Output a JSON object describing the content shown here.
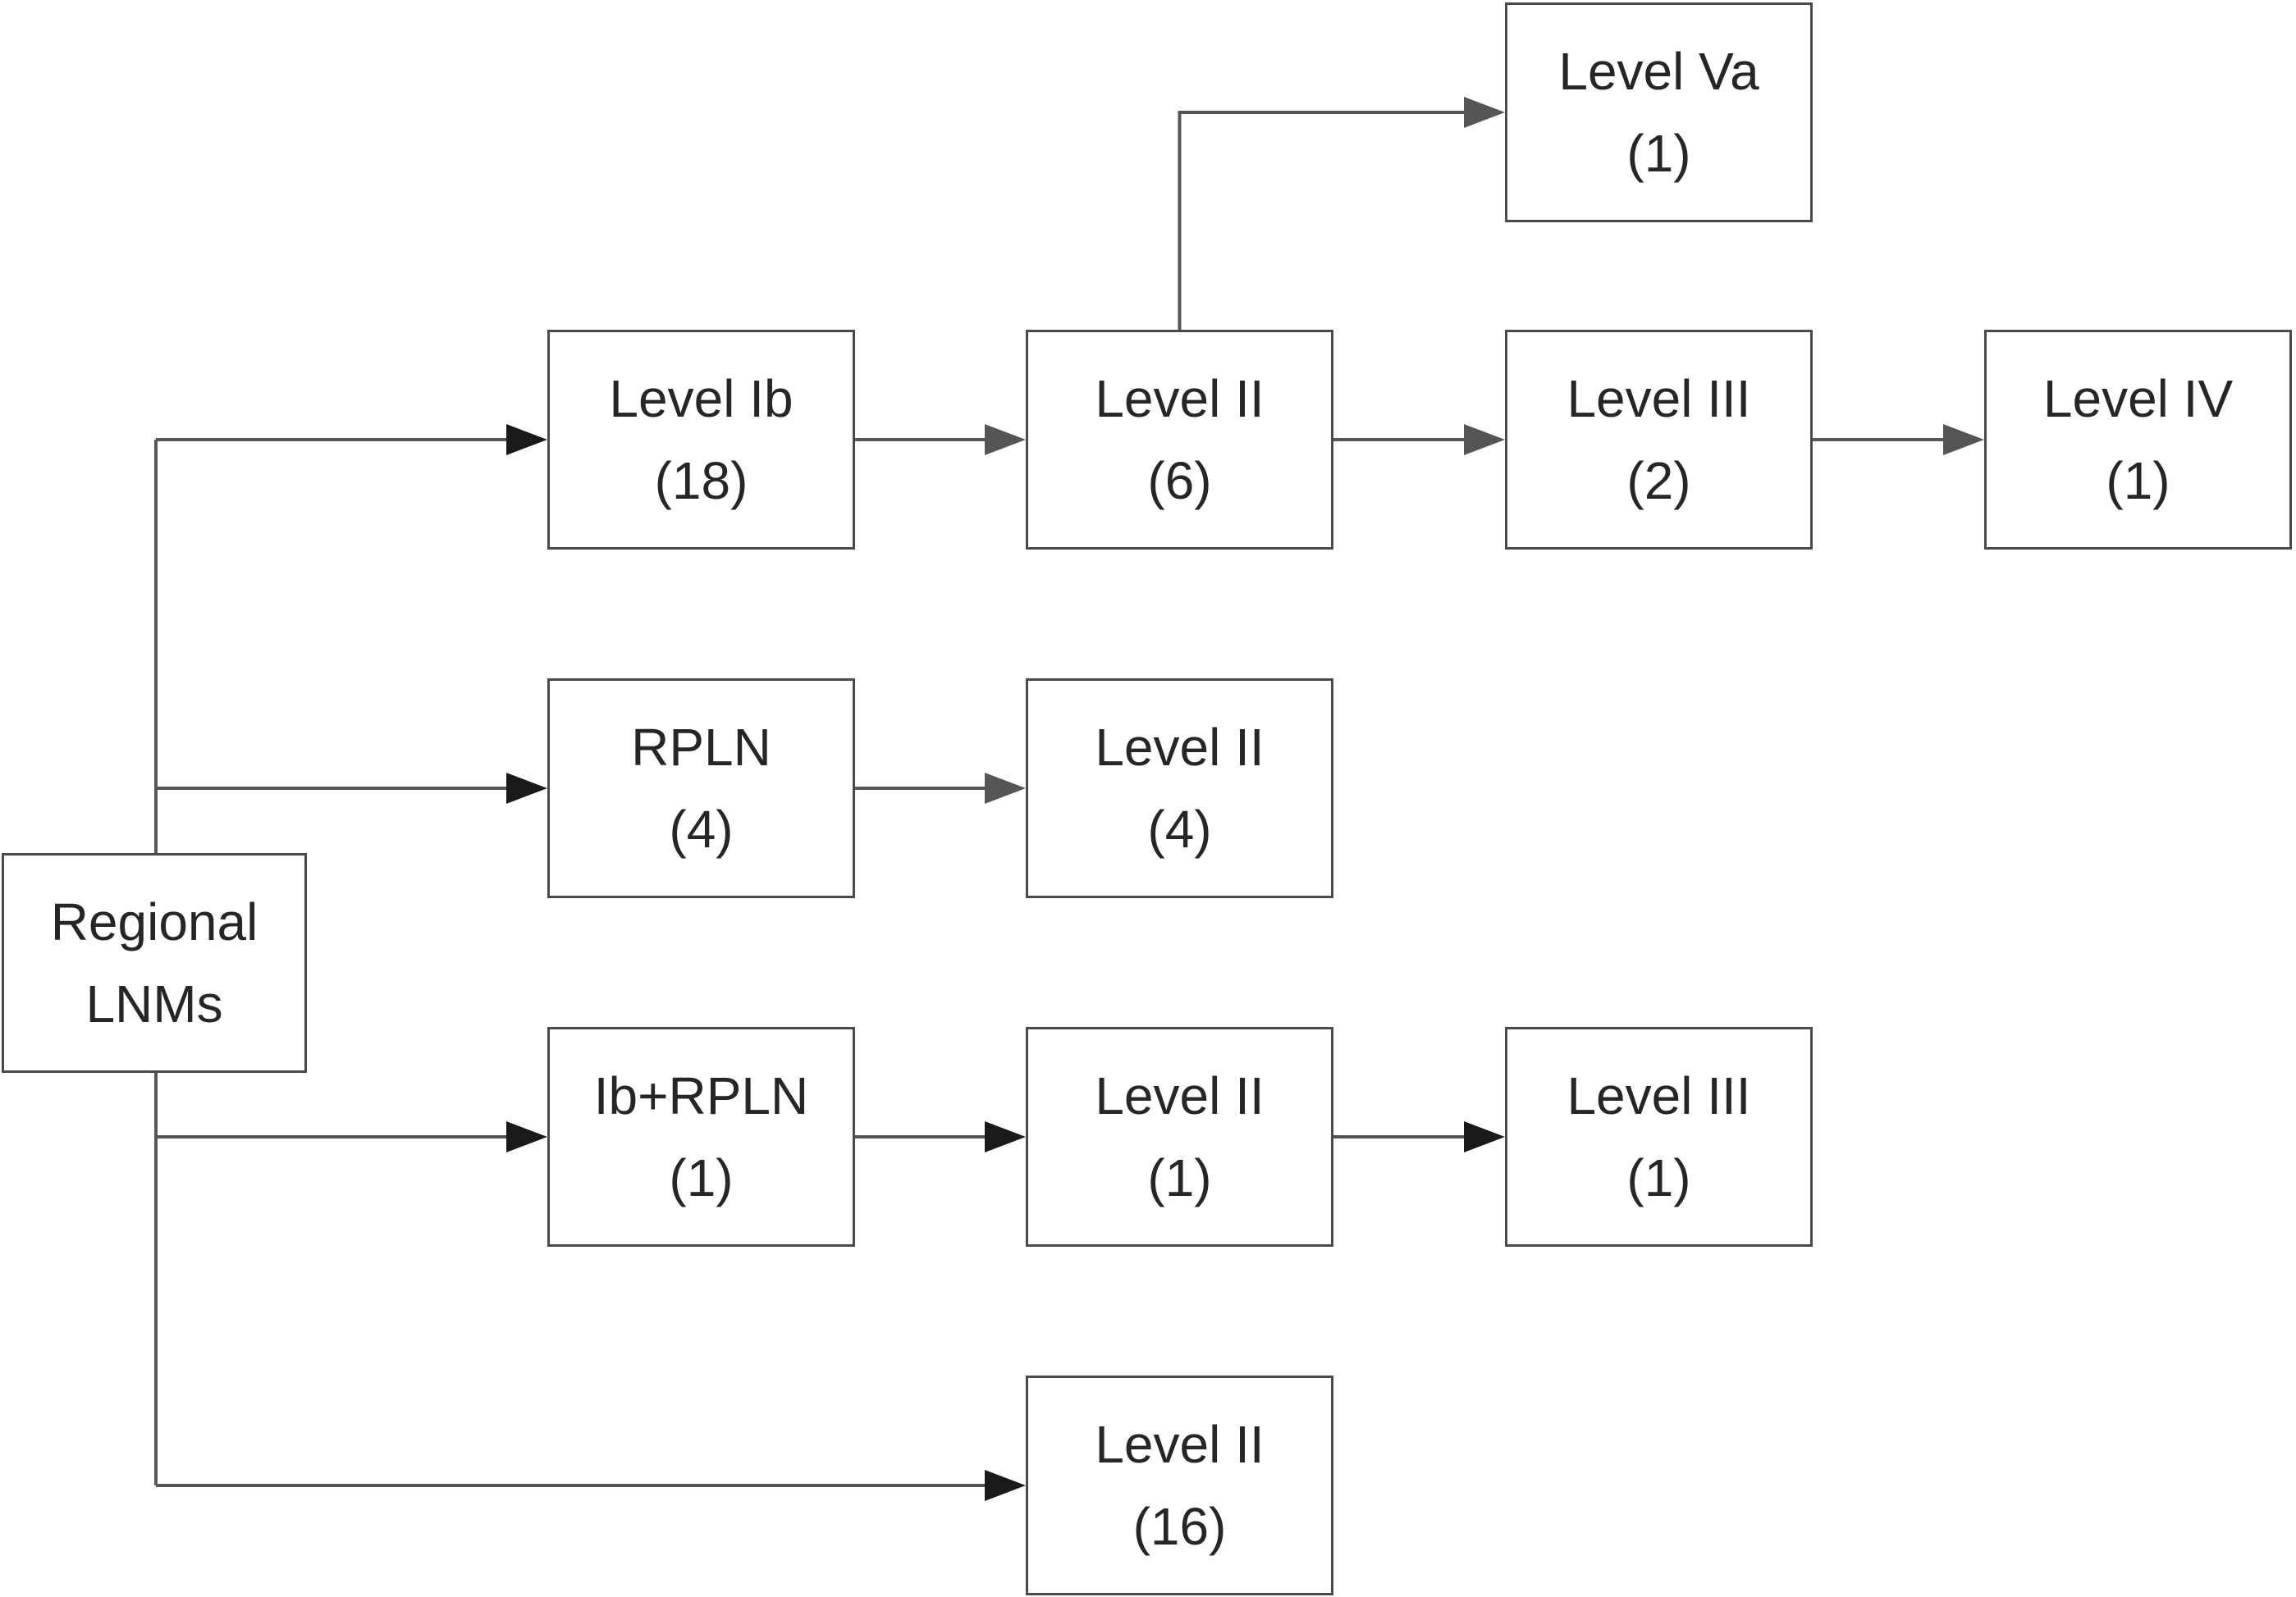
{
  "nodes": {
    "regional": {
      "line1": "Regional",
      "line2": "LNMs"
    },
    "ib": {
      "line1": "Level Ib",
      "line2": "(18)"
    },
    "rpln": {
      "line1": "RPLN",
      "line2": "(4)"
    },
    "ib_rpln": {
      "line1": "Ib+RPLN",
      "line2": "(1)"
    },
    "ii_top": {
      "line1": "Level II",
      "line2": "(6)"
    },
    "ii_rpln": {
      "line1": "Level II",
      "line2": "(4)"
    },
    "ii_ibrpln": {
      "line1": "Level II",
      "line2": "(1)"
    },
    "ii_direct": {
      "line1": "Level II",
      "line2": "(16)"
    },
    "va": {
      "line1": "Level Va",
      "line2": "(1)"
    },
    "iii_top": {
      "line1": "Level III",
      "line2": "(2)"
    },
    "iv": {
      "line1": "Level IV",
      "line2": "(1)"
    },
    "iii_bottom": {
      "line1": "Level III",
      "line2": "(1)"
    }
  },
  "edges": [
    {
      "from": "regional",
      "to": "ib"
    },
    {
      "from": "regional",
      "to": "rpln"
    },
    {
      "from": "regional",
      "to": "ib_rpln"
    },
    {
      "from": "regional",
      "to": "ii_direct"
    },
    {
      "from": "ib",
      "to": "ii_top"
    },
    {
      "from": "ii_top",
      "to": "va"
    },
    {
      "from": "ii_top",
      "to": "iii_top"
    },
    {
      "from": "iii_top",
      "to": "iv"
    },
    {
      "from": "rpln",
      "to": "ii_rpln"
    },
    {
      "from": "ib_rpln",
      "to": "ii_ibrpln"
    },
    {
      "from": "ii_ibrpln",
      "to": "iii_bottom"
    }
  ],
  "colors": {
    "border": "#4a4a4a",
    "line": "#555555",
    "arrow_dark": "#1a1a1a",
    "arrow_gray": "#555555",
    "text": "#262626"
  }
}
